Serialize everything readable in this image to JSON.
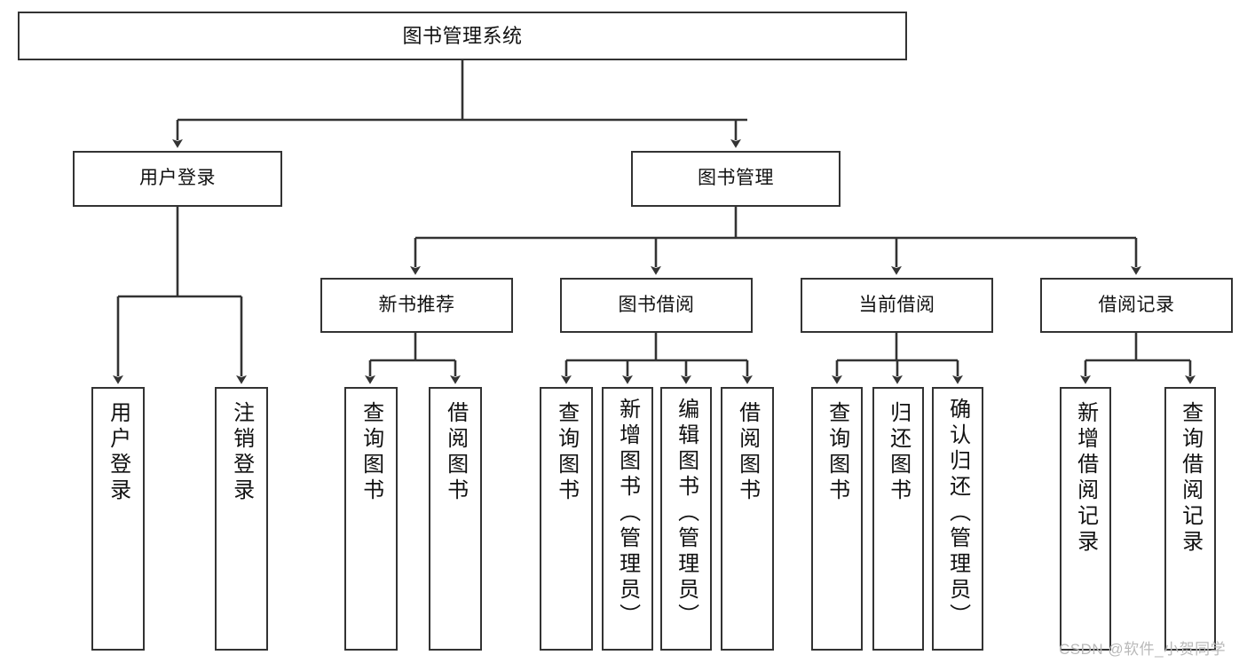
{
  "diagram": {
    "title": "图书管理系统",
    "type": "功能结构图",
    "stroke_color": "#333333",
    "background_color": "#ffffff",
    "text_color": "#111111"
  },
  "nodes": {
    "root": {
      "label": "图书管理系统"
    },
    "level2": [
      {
        "label": "用户登录"
      },
      {
        "label": "图书管理"
      }
    ],
    "level3": [
      {
        "label": "新书推荐"
      },
      {
        "label": "图书借阅"
      },
      {
        "label": "当前借阅"
      },
      {
        "label": "借阅记录"
      }
    ],
    "leaves": {
      "user_login": [
        {
          "label": "用户登录"
        },
        {
          "label": "注销登录"
        }
      ],
      "new_book_recommend": [
        {
          "label": "查询图书"
        },
        {
          "label": "借阅图书"
        }
      ],
      "book_borrow": [
        {
          "label": "查询图书"
        },
        {
          "label": "新增图书（管理员）"
        },
        {
          "label": "编辑图书（管理员）"
        },
        {
          "label": "借阅图书"
        }
      ],
      "current_borrow": [
        {
          "label": "查询图书"
        },
        {
          "label": "归还图书"
        },
        {
          "label": "确认归还（管理员）"
        }
      ],
      "borrow_record": [
        {
          "label": "新增借阅记录"
        },
        {
          "label": "查询借阅记录"
        }
      ]
    }
  },
  "watermark": {
    "text": "CSDN @软件_小贺同学"
  }
}
